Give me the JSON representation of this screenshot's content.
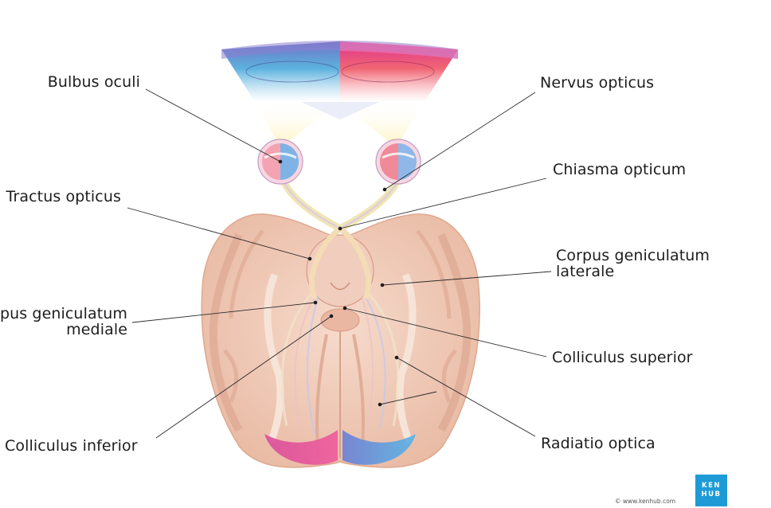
{
  "labels": {
    "bulbus_oculi": "Bulbus oculi",
    "nervus_opticus": "Nervus opticus",
    "chiasma_opticum": "Chiasma opticum",
    "tractus_opticus": "Tractus opticus",
    "corpus_geniculatum_laterale_line1": "Corpus geniculatum",
    "corpus_geniculatum_laterale_line2": "laterale",
    "corpus_geniculatum_mediale_line1": "Corpus geniculatum",
    "corpus_geniculatum_mediale_line2": "mediale",
    "colliculus_superior": "Colliculus superior",
    "colliculus_inferior": "Colliculus inferior",
    "radiatio_optica": "Radiatio optica"
  },
  "branding": {
    "logo_line1": "KEN",
    "logo_line2": "HUB",
    "copyright": "© www.kenhub.com"
  },
  "colors": {
    "left_field_dark": "#6f74c8",
    "left_field_mid": "#5cb2de",
    "right_field_dark": "#e0338e",
    "right_field_mid": "#f06673",
    "brain_base": "#f0cbb8",
    "cortex_dark": "#e3ae96",
    "leader_line": "#2a2a2a",
    "kenhub_blue": "#1e9bd7"
  }
}
